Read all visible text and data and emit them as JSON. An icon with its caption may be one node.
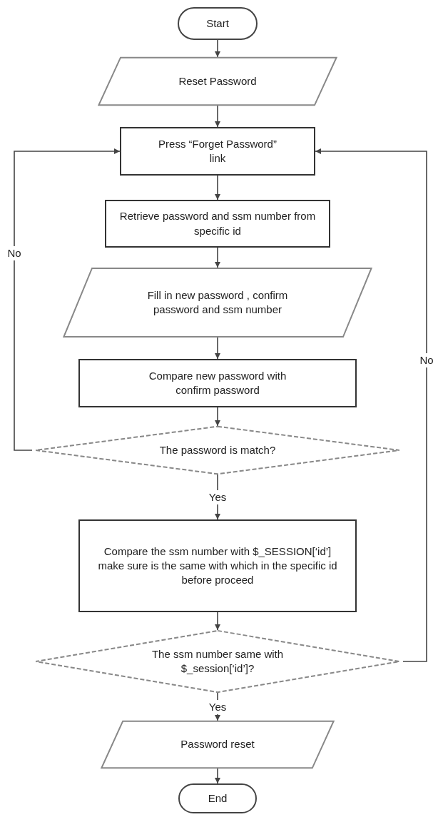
{
  "diagram": {
    "nodes": [
      {
        "text": [
          "Start"
        ]
      },
      {
        "text": [
          "Reset Password"
        ]
      },
      {
        "text": [
          "Press “Forget Password” link"
        ]
      },
      {
        "text": [
          "Retrieve password and ssm number from specific id"
        ]
      },
      {
        "text": [
          "Fill in new password , confirm password and ssm number"
        ]
      },
      {
        "text": [
          "Compare new password with confirm password"
        ]
      },
      {
        "text": [
          "The password is match?"
        ]
      },
      {
        "text": [
          "Compare the ssm number with $_SESSION[‘id’] make sure is the same with which in the specific id before proceed"
        ]
      },
      {
        "text": [
          "The ssm number same with $_session[‘id’]?"
        ]
      },
      {
        "text": [
          "Password reset"
        ]
      },
      {
        "text": [
          "End"
        ]
      }
    ],
    "edges": [
      {
        "from": 0,
        "to": 1,
        "arrow": "to"
      },
      {
        "from": 1,
        "to": 2,
        "arrow": "to"
      },
      {
        "from": 2,
        "to": 3,
        "arrow": "to"
      },
      {
        "from": 3,
        "to": 4,
        "arrow": "to"
      },
      {
        "from": 4,
        "to": 5,
        "arrow": "to"
      },
      {
        "from": 5,
        "to": 6,
        "arrow": "to"
      },
      {
        "from": 6,
        "to": 7,
        "arrow": "to",
        "label": "Yes"
      },
      {
        "from": 6,
        "to": 2,
        "arrow": "to",
        "label": "No"
      },
      {
        "from": 7,
        "to": 8,
        "arrow": "to"
      },
      {
        "from": 8,
        "to": 9,
        "arrow": "to",
        "label": "Yes"
      },
      {
        "from": 8,
        "to": 2,
        "arrow": "to",
        "label": "No"
      },
      {
        "from": 9,
        "to": 10,
        "arrow": "to"
      }
    ]
  }
}
